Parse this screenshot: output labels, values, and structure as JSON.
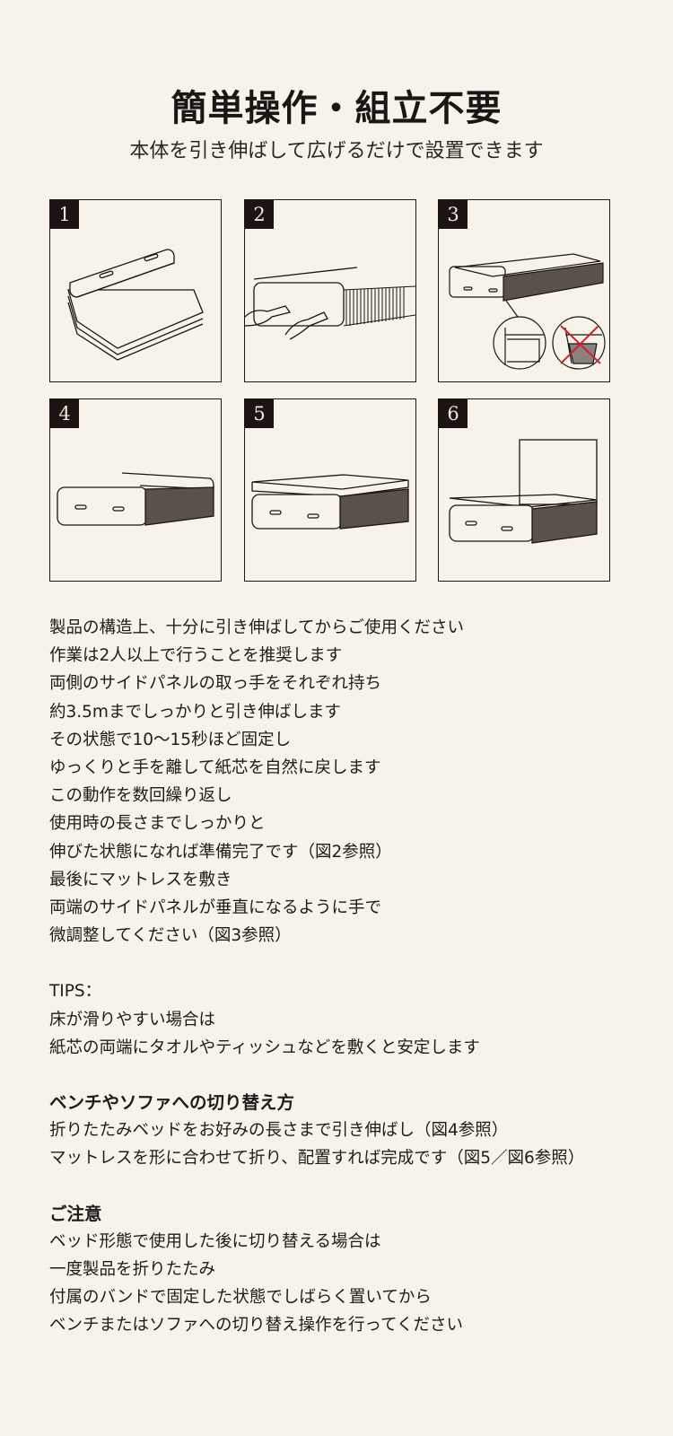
{
  "header": {
    "title": "簡単操作・組立不要",
    "subtitle": "本体を引き伸ばして広げるだけで設置できます"
  },
  "steps": [
    "1",
    "2",
    "3",
    "4",
    "5",
    "6"
  ],
  "instructions": [
    "製品の構造上、十分に引き伸ばしてからご使用ください",
    "作業は2人以上で行うことを推奨します",
    "両側のサイドパネルの取っ手をそれぞれ持ち",
    "約3.5mまでしっかりと引き伸ばします",
    "その状態で10〜15秒ほど固定し",
    "ゆっくりと手を離して紙芯を自然に戻します",
    "この動作を数回繰り返し",
    "使用時の長さまでしっかりと",
    "伸びた状態になれば準備完了です（図2参照）",
    "最後にマットレスを敷き",
    "両端のサイドパネルが垂直になるように手で",
    "微調整してください（図3参照）"
  ],
  "tips": {
    "label": "TIPS：",
    "lines": [
      "床が滑りやすい場合は",
      "紙芯の両端にタオルやティッシュなどを敷くと安定します"
    ]
  },
  "switch": {
    "heading": "ベンチやソファへの切り替え方",
    "lines": [
      "折りたたみベッドをお好みの長さまで引き伸ばし（図4参照）",
      "マットレスを形に合わせて折り、配置すれば完成です（図5／図6参照）"
    ]
  },
  "caution": {
    "heading": "ご注意",
    "lines": [
      "ベッド形態で使用した後に切り替える場合は",
      "一度製品を折りたたみ",
      "付属のバンドで固定した状態でしばらく置いてから",
      "ベンチまたはソファへの切り替え操作を行ってください"
    ]
  },
  "colors": {
    "background": "#f7f3ea",
    "ink": "#1a1614",
    "cross": "#d0202a"
  }
}
